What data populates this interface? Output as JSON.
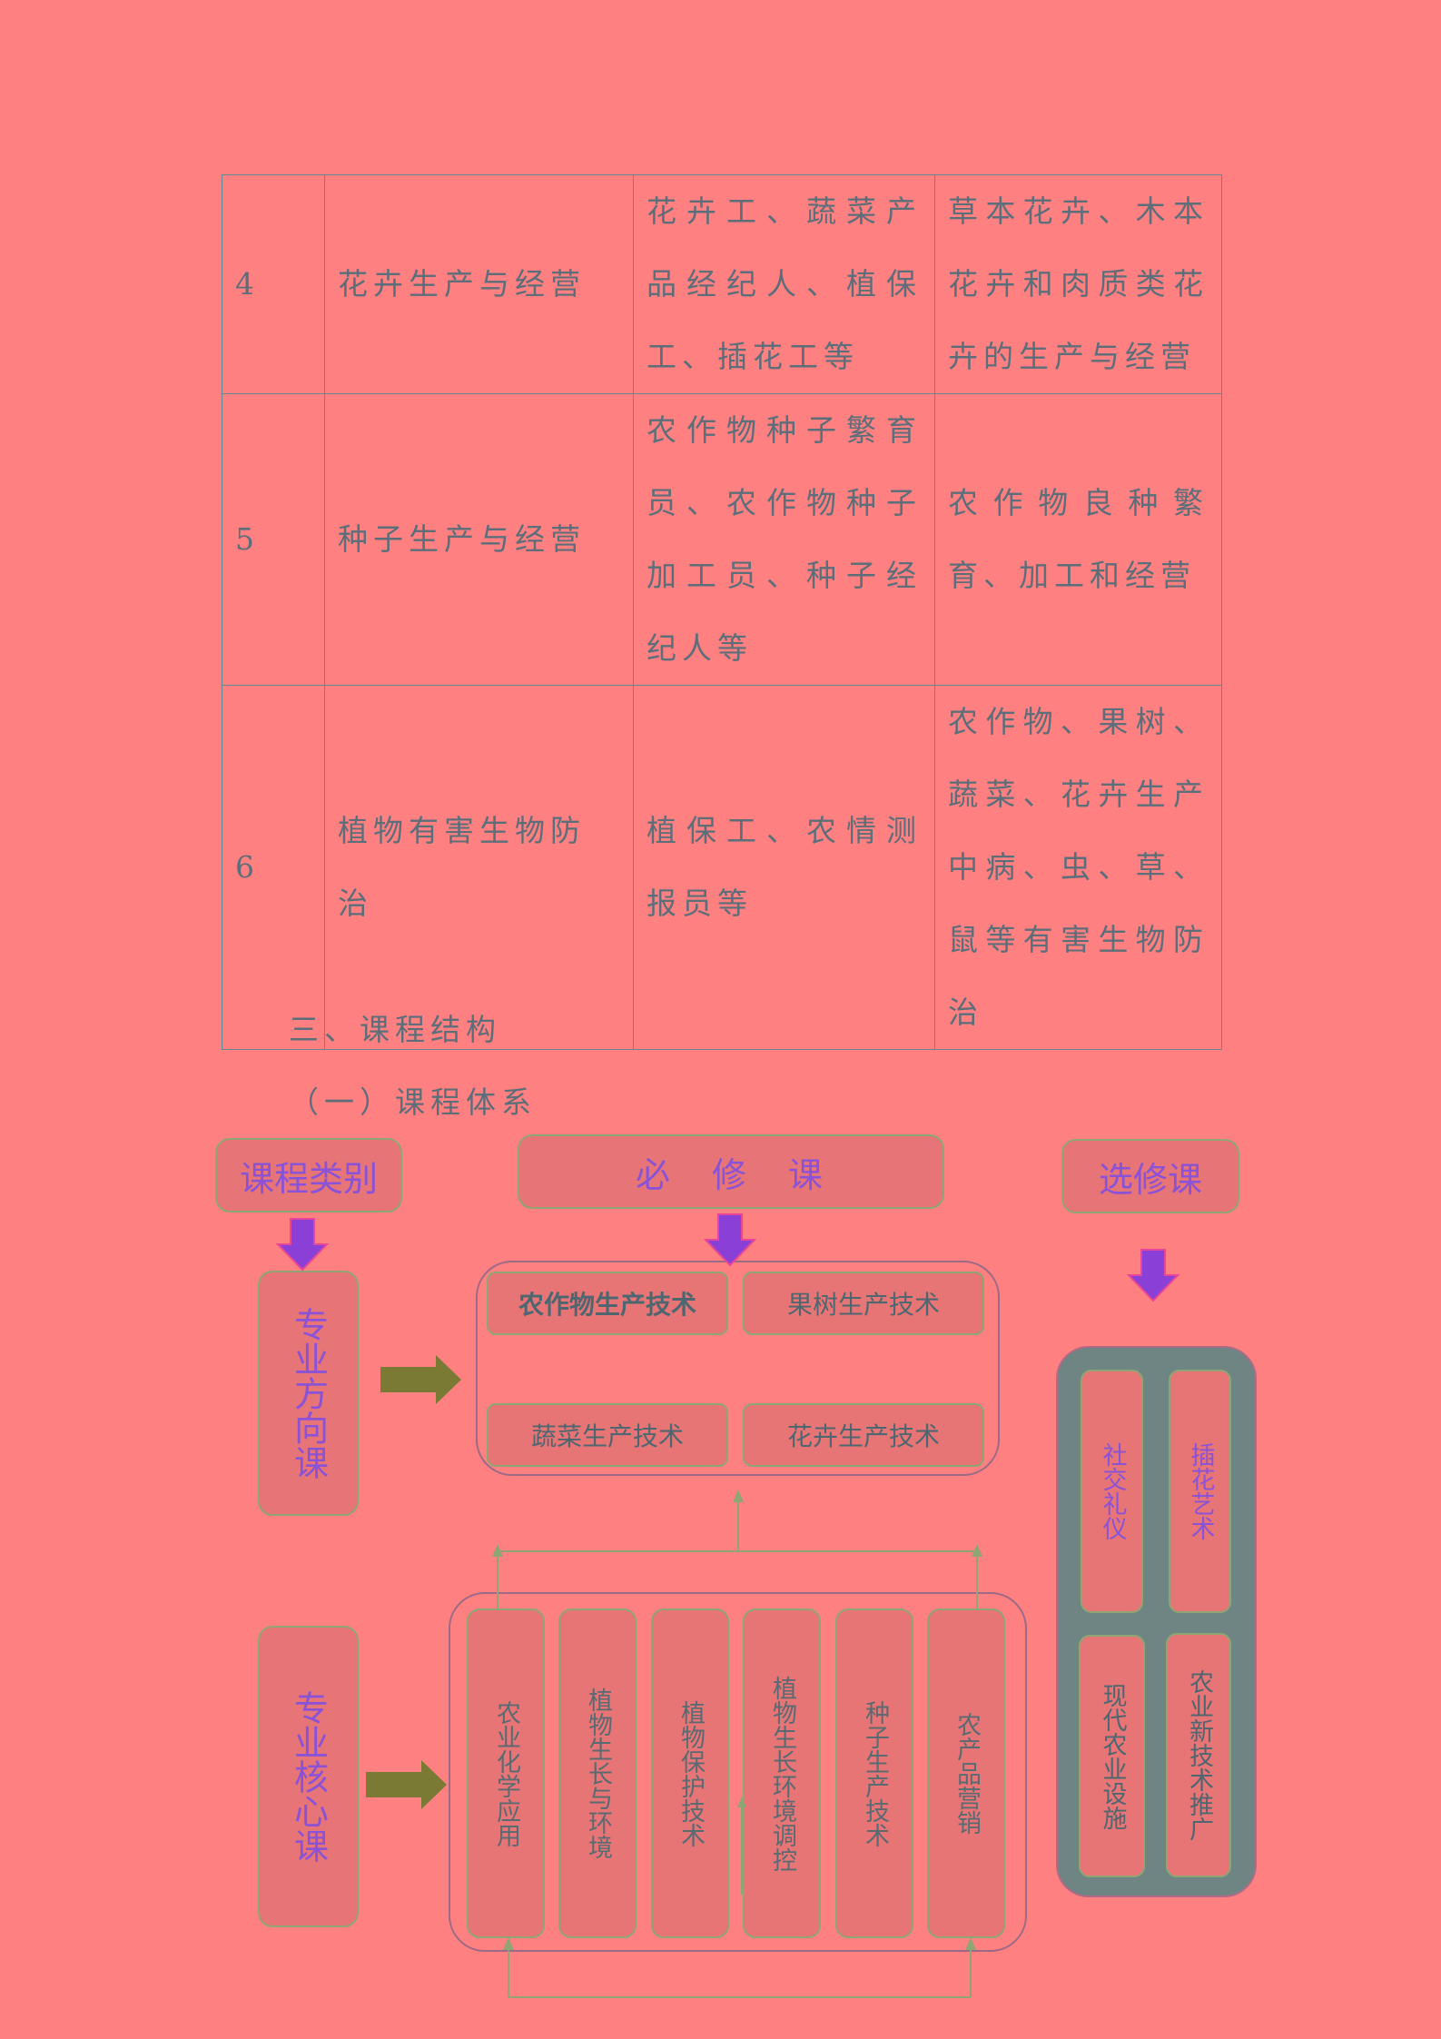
{
  "table": {
    "rows": [
      {
        "num": "4",
        "direction": "花卉生产与经营",
        "jobs": "花卉工、蔬菜产品经纪人、植保工、插花工等",
        "content": "草本花卉、木本花卉和肉质类花卉的生产与经营"
      },
      {
        "num": "5",
        "direction": "种子生产与经营",
        "jobs": "农作物种子繁育员、农作物种子加工员、种子经纪人等",
        "content": "农作物良种繁育、加工和经营"
      },
      {
        "num": "6",
        "direction": "植物有害生物防治",
        "jobs": "植保工、农情测报员等",
        "content": "农作物、果树、蔬菜、花卉生产中病、虫、草、鼠等有害生物防治"
      }
    ]
  },
  "headings": {
    "section": "三、课程结构",
    "subsection": "（一）课程体系"
  },
  "diagram": {
    "category_label": "课程类别",
    "required_label": "必　修　课",
    "elective_label": "选修课",
    "direction_course_label": "专业方向课",
    "core_course_label": "专业核心课",
    "direction_courses": [
      "农作物生产技术",
      "果树生产技术",
      "蔬菜生产技术",
      "花卉生产技术"
    ],
    "core_courses": [
      "农业化学应用",
      "植物生长与环境",
      "植物保护技术",
      "植物生长环境调控",
      "种子生产技术",
      "农产品营销"
    ],
    "electives": [
      "社交礼仪",
      "插花艺术",
      "现代农业设施",
      "农业新技术推广"
    ]
  },
  "colors": {
    "background": "#ff8080",
    "arrow_purple": "#8a3fd6",
    "arrow_olive": "#7a7a34",
    "connector_green": "#8fa573",
    "elective_panel": "#6f8584"
  }
}
